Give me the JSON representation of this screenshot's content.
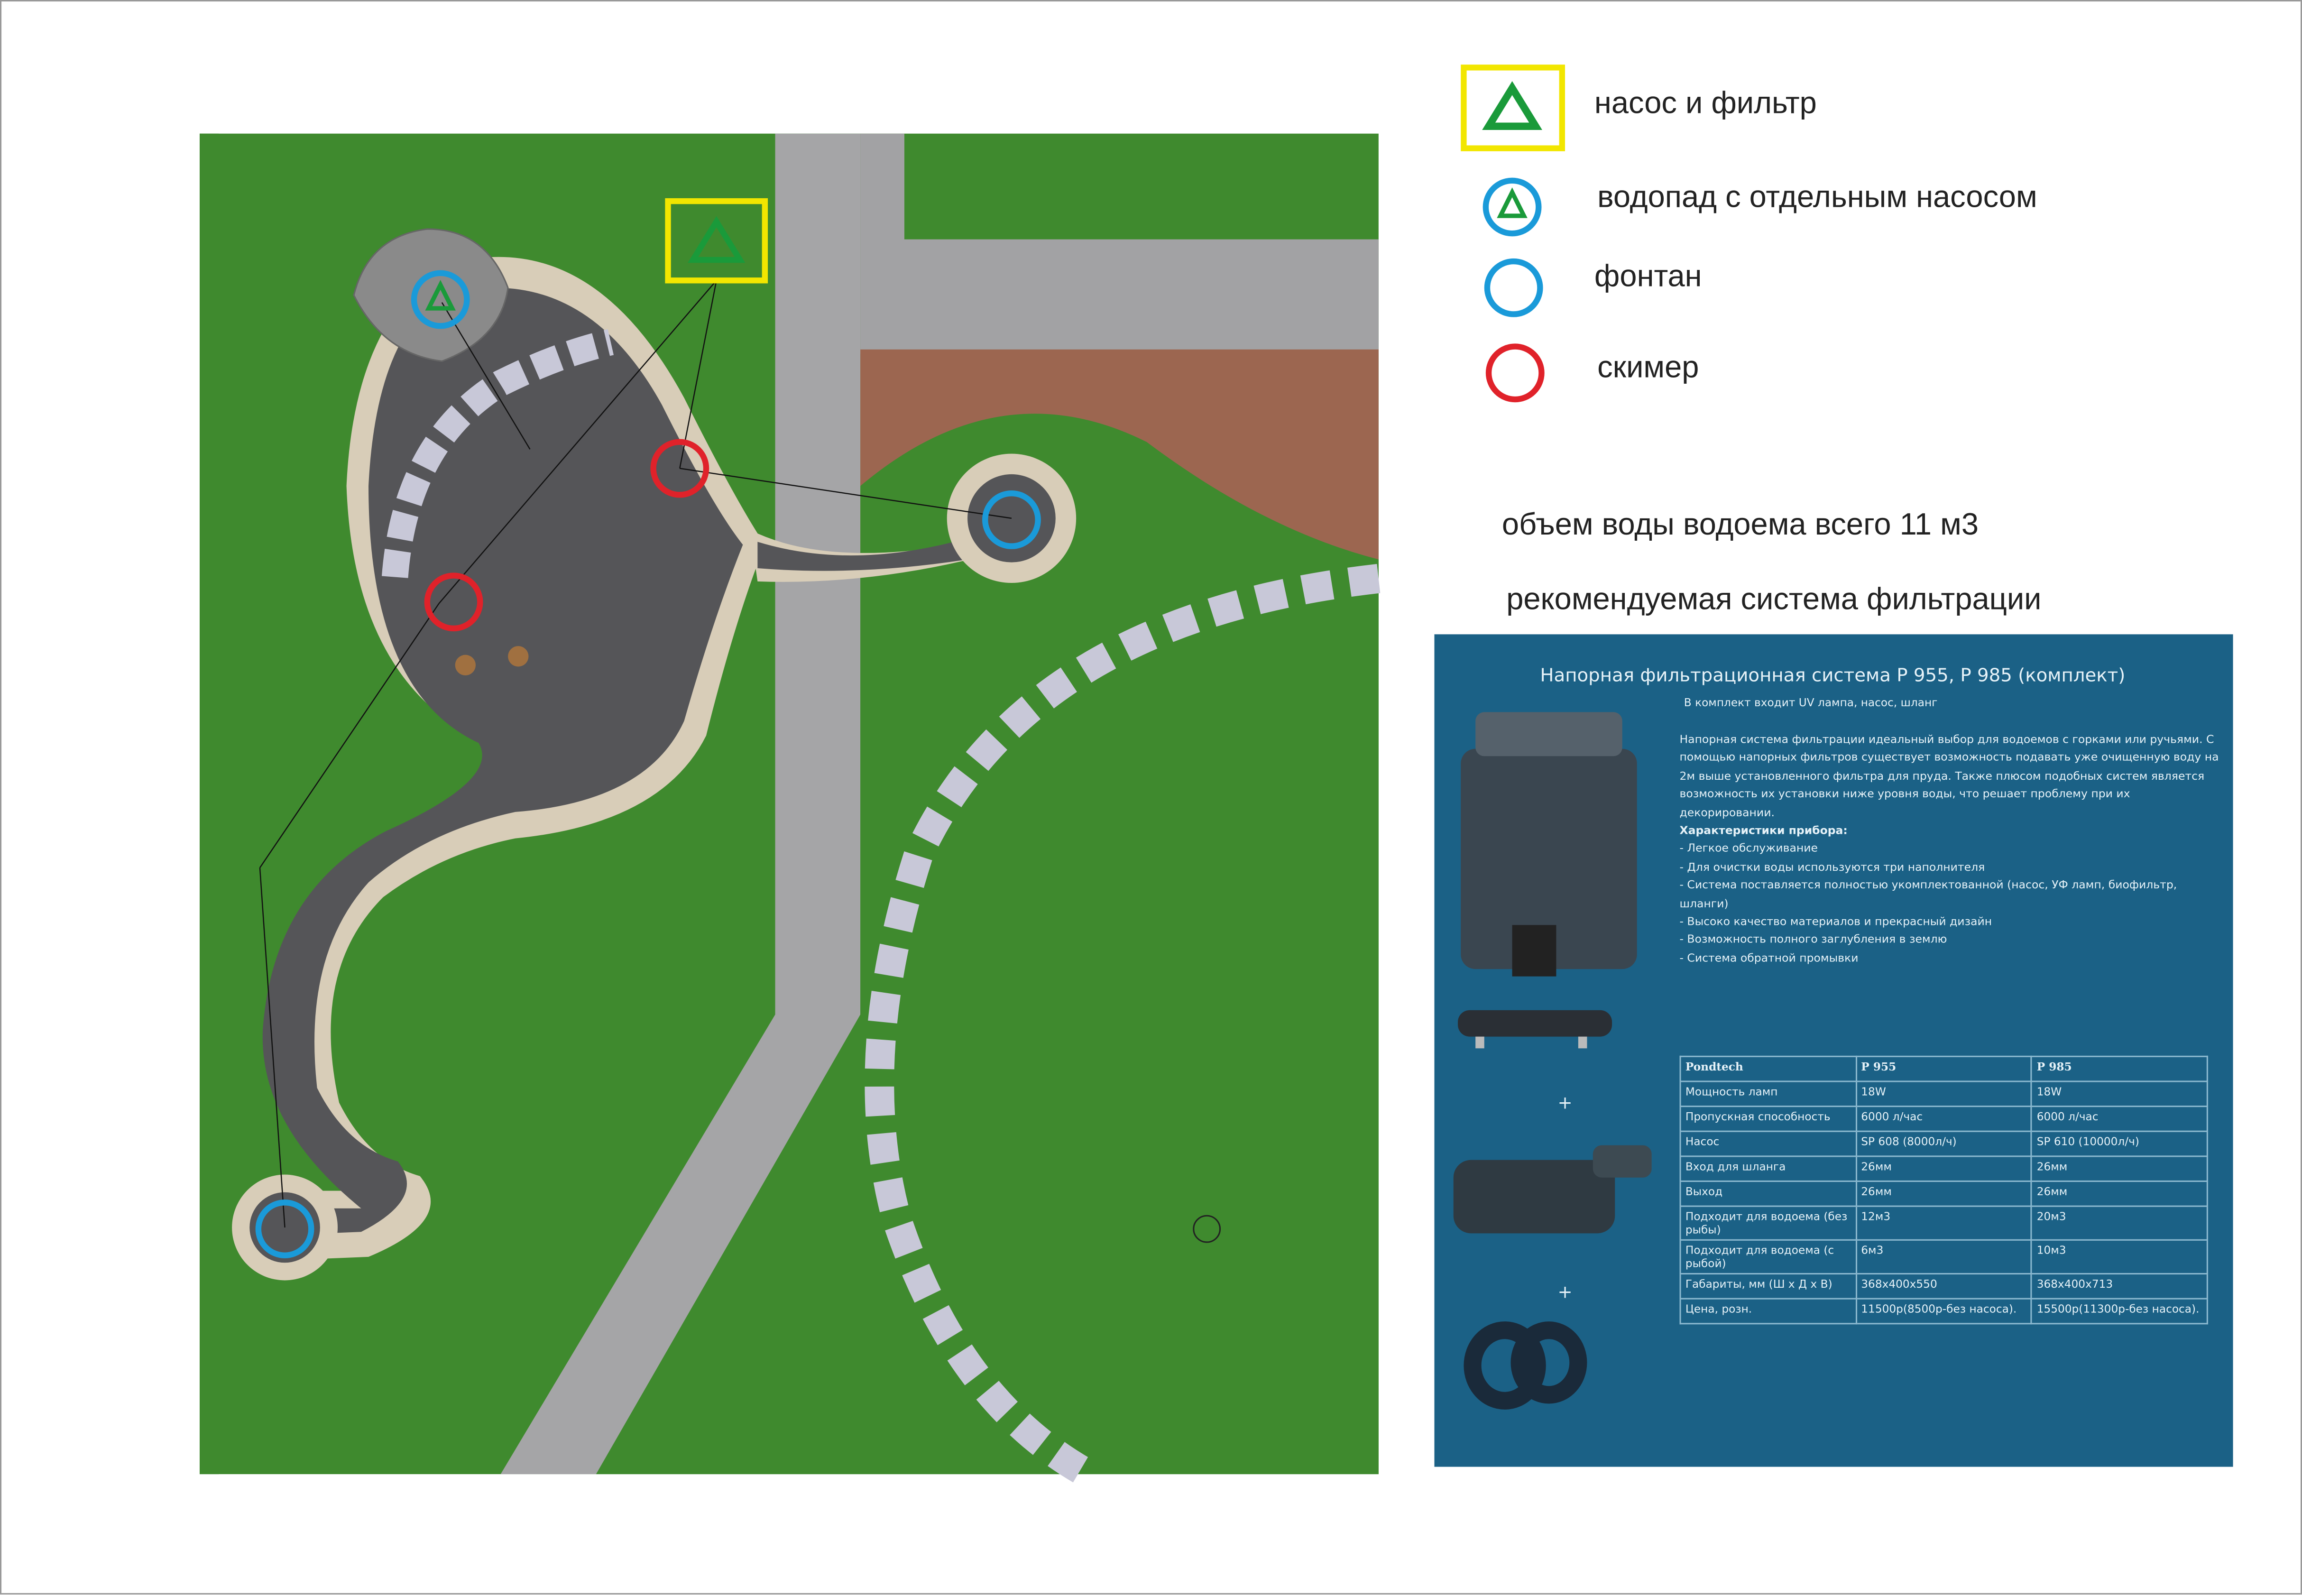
{
  "legend": [
    {
      "icon": "pump-filter-icon",
      "label": "насос и фильтр"
    },
    {
      "icon": "waterfall-pump-icon",
      "label": "водопад с отдельным насосом"
    },
    {
      "icon": "fountain-icon",
      "label": "фонтан"
    },
    {
      "icon": "skimmer-icon",
      "label": "скимер"
    }
  ],
  "notes": {
    "volume": "объем воды водоема всего 11 м3",
    "recommend": "рекомендуемая система фильтрации"
  },
  "panel": {
    "title": "Напорная фильтрационная система   P 955,   P 985  (комплект)",
    "subtitle": "В комплект входит  UV лампа, насос, шланг",
    "description": "Напорная система фильтрации идеальный выбор для водоемов с горками или ручьями. С помощью напорных фильтров существует возможность подавать уже очищенную воду на 2м выше установленного фильтра для пруда. Также плюсом подобных систем является возможность их установки ниже уровня воды, что решает проблему при их декорировании.",
    "features_title": "Характеристики прибора:",
    "features": [
      "- Легкое обслуживание",
      "- Для очистки воды используются три наполнителя",
      "- Система поставляется полностью укомплектованной (насос, УФ ламп, биофильтр, шланги)",
      "- Высоко качество материалов и прекрасный дизайн",
      "- Возможность полного заглубления в землю",
      "- Система обратной промывки"
    ],
    "plus": "+",
    "table": {
      "header": [
        "Pondtech",
        "P 955",
        "P 985"
      ],
      "rows": [
        [
          "Мощность ламп",
          "18W",
          "18W"
        ],
        [
          "Пропускная способность",
          "6000 л/час",
          "6000 л/час"
        ],
        [
          "Насос",
          "SP 608 (8000л/ч)",
          "SP 610 (10000л/ч)"
        ],
        [
          "Вход для шланга",
          "26мм",
          "26мм"
        ],
        [
          "Выход",
          "26мм",
          "26мм"
        ],
        [
          "Подходит для водоема (без рыбы)",
          "12м3",
          "20м3"
        ],
        [
          "Подходит для водоема (с рыбой)",
          "6м3",
          "10м3"
        ],
        [
          "Габариты, мм (Ш х Д х В)",
          "368х400х550",
          "368х400х713"
        ],
        [
          "Цена, розн.",
          "11500р(8500р-без насоса).",
          "15500р(11300р-без насоса)."
        ]
      ]
    }
  },
  "colors": {
    "lawn": "#3f8a2e",
    "stone": "#9a9a9a",
    "pond": "#555558",
    "border": "#d8cdb8",
    "brick": "#9c6650",
    "panel": "#1b6186",
    "red": "#e0222a",
    "blue": "#1a9ad9",
    "green": "#1a9a3a",
    "yellow": "#f2e600"
  }
}
